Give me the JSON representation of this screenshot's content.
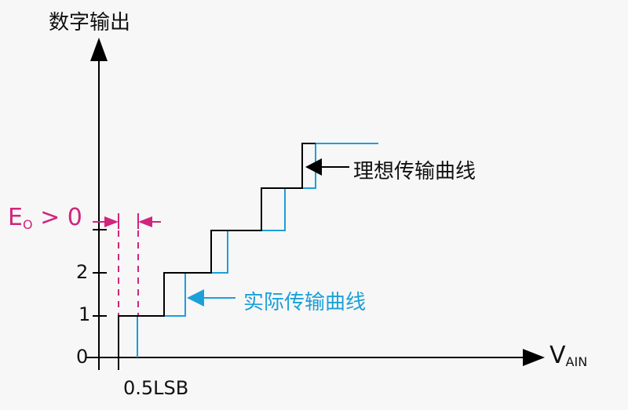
{
  "title": "数字输出",
  "x_axis_label": {
    "main": "V",
    "sub": "AIN"
  },
  "y_ticks": [
    "0",
    "1",
    "2"
  ],
  "offset_label": {
    "main": "E",
    "sub": "O",
    "rest": " > 0"
  },
  "lsb_label": "0.5LSB",
  "ideal_label": "理想传输曲线",
  "actual_label": "实际传输曲线",
  "colors": {
    "ideal": "#000000",
    "actual": "#1ba0d8",
    "offset": "#d0257c",
    "axis": "#000000"
  },
  "icons": {
    "y_axis_arrow": "arrow-up",
    "x_axis_arrow": "arrow-right",
    "ideal_pointer": "arrow-left",
    "actual_pointer": "arrow-left",
    "offset_markers": "arrows-inward"
  }
}
